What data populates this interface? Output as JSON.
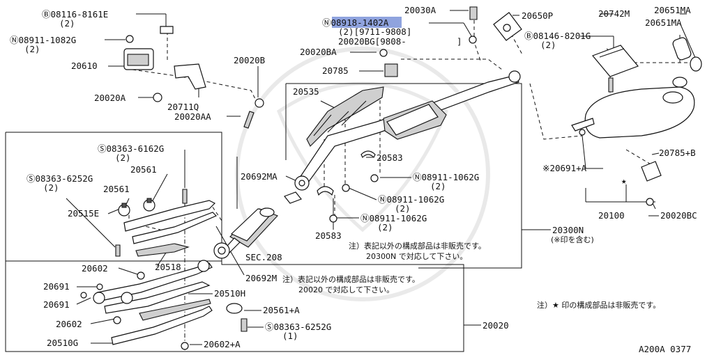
{
  "diagram_code": "A200A 0377",
  "labels": {
    "b_08116": "Ⓑ08116-8161E",
    "b_08116_qty": "(2)",
    "n_08911_1082g": "Ⓝ08911-1082G",
    "n_08911_1082g_qty": "(2)",
    "p20610": "20610",
    "p20020a": "20020A",
    "p20711q": "20711Q",
    "p20020b": "20020B",
    "p20020aa": "20020AA",
    "p20535": "20535",
    "s_08363_6162g": "Ⓢ08363-6162G",
    "s_08363_6162g_qty": "(2)",
    "s_08363_6252g": "Ⓢ08363-6252G",
    "s_08363_6252g_qty": "(2)",
    "p20561_a": "20561",
    "p20561_b": "20561",
    "p20515e": "20515E",
    "p20602_a": "20602",
    "p20518": "20518",
    "p20691_a": "20691",
    "p20691_b": "20691",
    "p20602_b": "20602",
    "p20510g": "20510G",
    "p20602_plus_a": "20602+A",
    "p20510h": "20510H",
    "p20561_plus_a": "20561+A",
    "s_08363_6252g_b": "Ⓢ08363-6252G",
    "s_08363_6252g_b_qty": "(1)",
    "p20020": "20020",
    "p20692m": "20692M",
    "p20692ma": "20692MA",
    "sec208": "SEC.208",
    "p20583_a": "20583",
    "p20583_b": "20583",
    "n_08911_1062g_a": "Ⓝ08911-1062G",
    "n_08911_1062g_a_qty": "(2)",
    "n_08911_1062g_b": "Ⓝ08911-1062G",
    "n_08911_1062g_b_qty": "(2)",
    "n_08911_1062g_c": "Ⓝ08911-1062G",
    "n_08911_1062g_c_qty": "(2)",
    "note_20300n_l1": "注）表記以外の構成部品は非販売です。",
    "note_20300n_l2": "20300N で対応して下さい。",
    "note_20020_l1": "注）表記以外の構成部品は非販売です。",
    "note_20020_l2": "20020 で対応して下さい。",
    "note_star": "注）★ 印の構成部品は非販売です。",
    "p20300n": "20300N",
    "p20300n_sub": "(※印を含む)",
    "n_08918_1402a": "Ⓝ08918-1402A",
    "n_08918_1402a_sub": "(2)[9711-9808]",
    "p20030a": "20030A",
    "p20650p": "20650P",
    "p20020bg": "20020BG[9808-",
    "p20020bg_end": "]",
    "p20020ba": "20020BA",
    "p20785": "20785",
    "p20742m": "20742M",
    "p20651ma_a": "20651MA",
    "p20651ma_b": "20651MA",
    "b_08146": "Ⓑ08146-8201G",
    "b_08146_qty": "(2)",
    "p20691_plus_a": "※20691+A",
    "p20785_plus_b": "20785+B",
    "p20100": "20100",
    "p20020bc": "20020BC",
    "star": "★"
  },
  "colors": {
    "line": "#111111",
    "highlight": "#7b93d8"
  }
}
